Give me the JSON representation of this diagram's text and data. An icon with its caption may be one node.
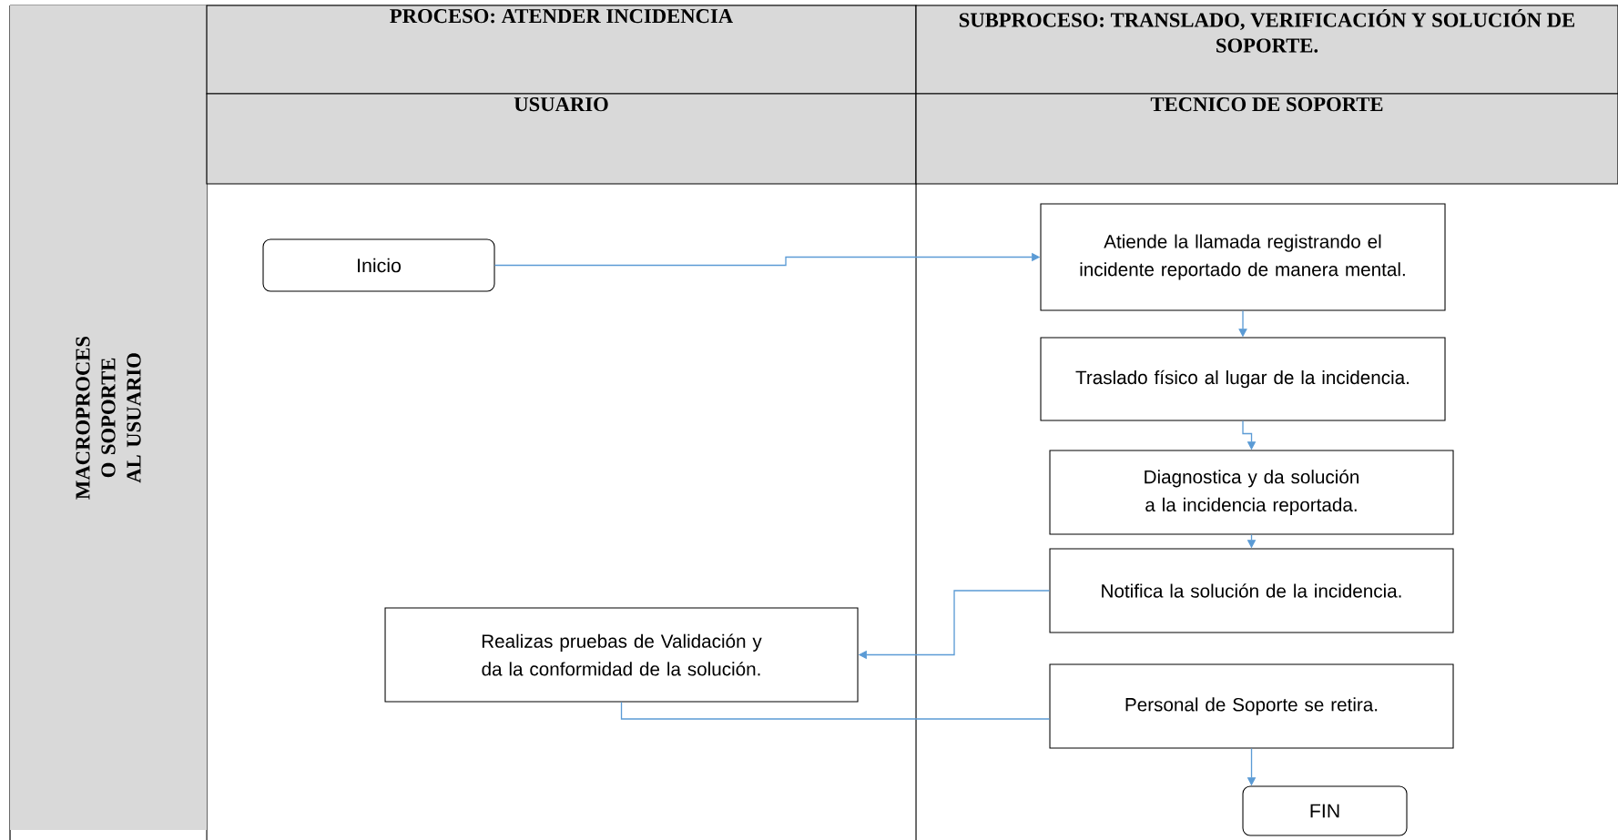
{
  "diagram": {
    "nodes": [
      {
        "text": [
          "MACROPROCES O SOPORTE AL USUARIO"
        ]
      },
      {
        "text": [
          "PROCESO: ATENDER INCIDENCIA"
        ]
      },
      {
        "text": [
          "SUBPROCESO: TRANSLADO, VERIFICACIÓN Y SOLUCIÓN DE SOPORTE."
        ]
      },
      {
        "text": [
          "USUARIO"
        ]
      },
      {
        "text": [
          "TECNICO DE SOPORTE"
        ]
      },
      {
        "text": [
          "Inicio"
        ]
      },
      {
        "text": [
          "Atiende la llamada registrando el incidente reportado de manera mental."
        ]
      },
      {
        "text": [
          "Traslado físico al lugar de la incidencia."
        ]
      },
      {
        "text": [
          "Diagnostica y da solución a la incidencia reportada."
        ]
      },
      {
        "text": [
          "Notifica la solución de la incidencia."
        ]
      },
      {
        "text": [
          "Realizas pruebas de Validación y da la conformidad de la solución."
        ]
      },
      {
        "text": [
          "Personal de Soporte se retira."
        ]
      },
      {
        "text": [
          "FIN"
        ]
      }
    ],
    "edges": [
      {
        "from": 5,
        "to": 6,
        "arrow": "to"
      },
      {
        "from": 6,
        "to": 7,
        "arrow": "to"
      },
      {
        "from": 7,
        "to": 8,
        "arrow": "to"
      },
      {
        "from": 8,
        "to": 9,
        "arrow": "to"
      },
      {
        "from": 9,
        "to": 10,
        "arrow": "to"
      },
      {
        "from": 11,
        "to": 10,
        "arrow": "none"
      },
      {
        "from": 11,
        "to": 12,
        "arrow": "to"
      }
    ]
  }
}
